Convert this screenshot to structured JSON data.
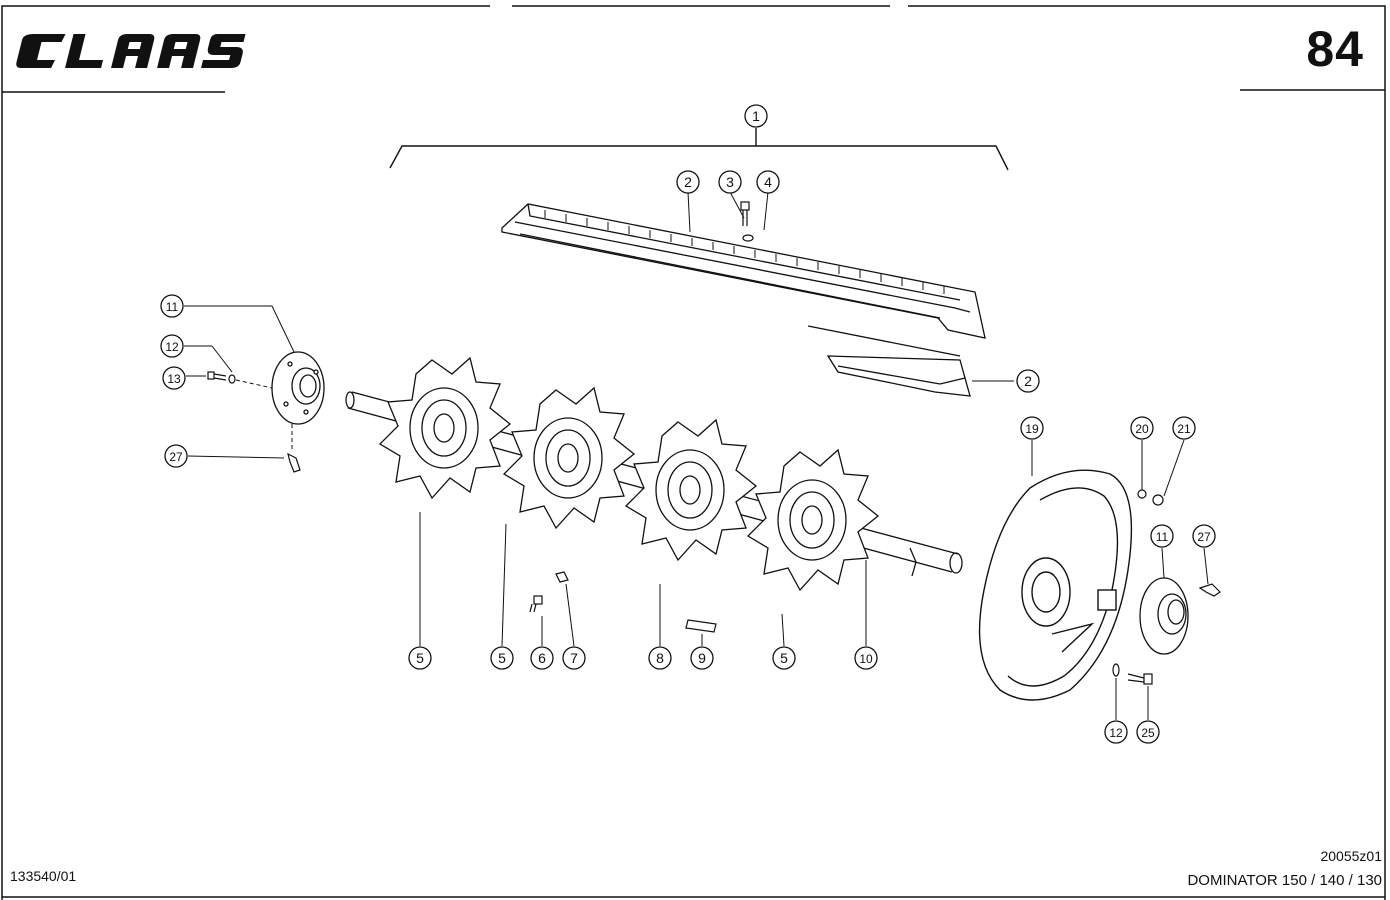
{
  "header": {
    "brand": "CLAAS",
    "page_number": "84"
  },
  "footer": {
    "drawing_number": "133540/01",
    "reference_code": "20055z01",
    "model": "DOMINATOR 150 / 140 / 130"
  },
  "callouts": [
    "1",
    "2",
    "3",
    "4",
    "11",
    "12",
    "13",
    "27",
    "2",
    "19",
    "20",
    "21",
    "11",
    "27",
    "5",
    "5",
    "6",
    "7",
    "8",
    "9",
    "5",
    "10",
    "12",
    "25"
  ]
}
